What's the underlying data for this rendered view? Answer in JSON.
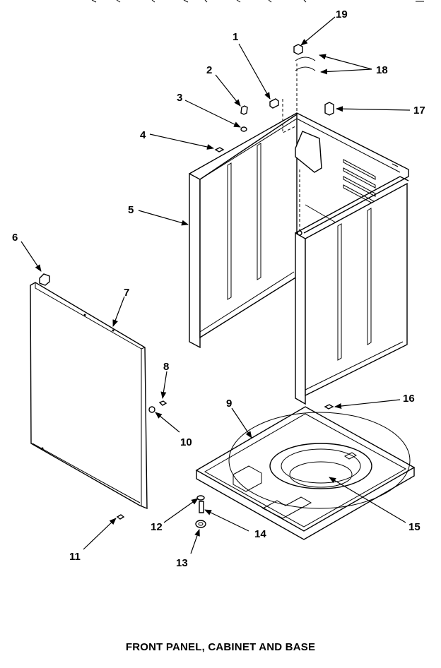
{
  "caption": "FRONT PANEL, CABINET AND BASE",
  "callouts": {
    "n1": "1",
    "n2": "2",
    "n3": "3",
    "n4": "4",
    "n5": "5",
    "n6": "6",
    "n7": "7",
    "n8": "8",
    "n9": "9",
    "n10": "10",
    "n11": "11",
    "n12": "12",
    "n13": "13",
    "n14": "14",
    "n15": "15",
    "n16": "16",
    "n17": "17",
    "n18": "18",
    "n19": "19"
  }
}
